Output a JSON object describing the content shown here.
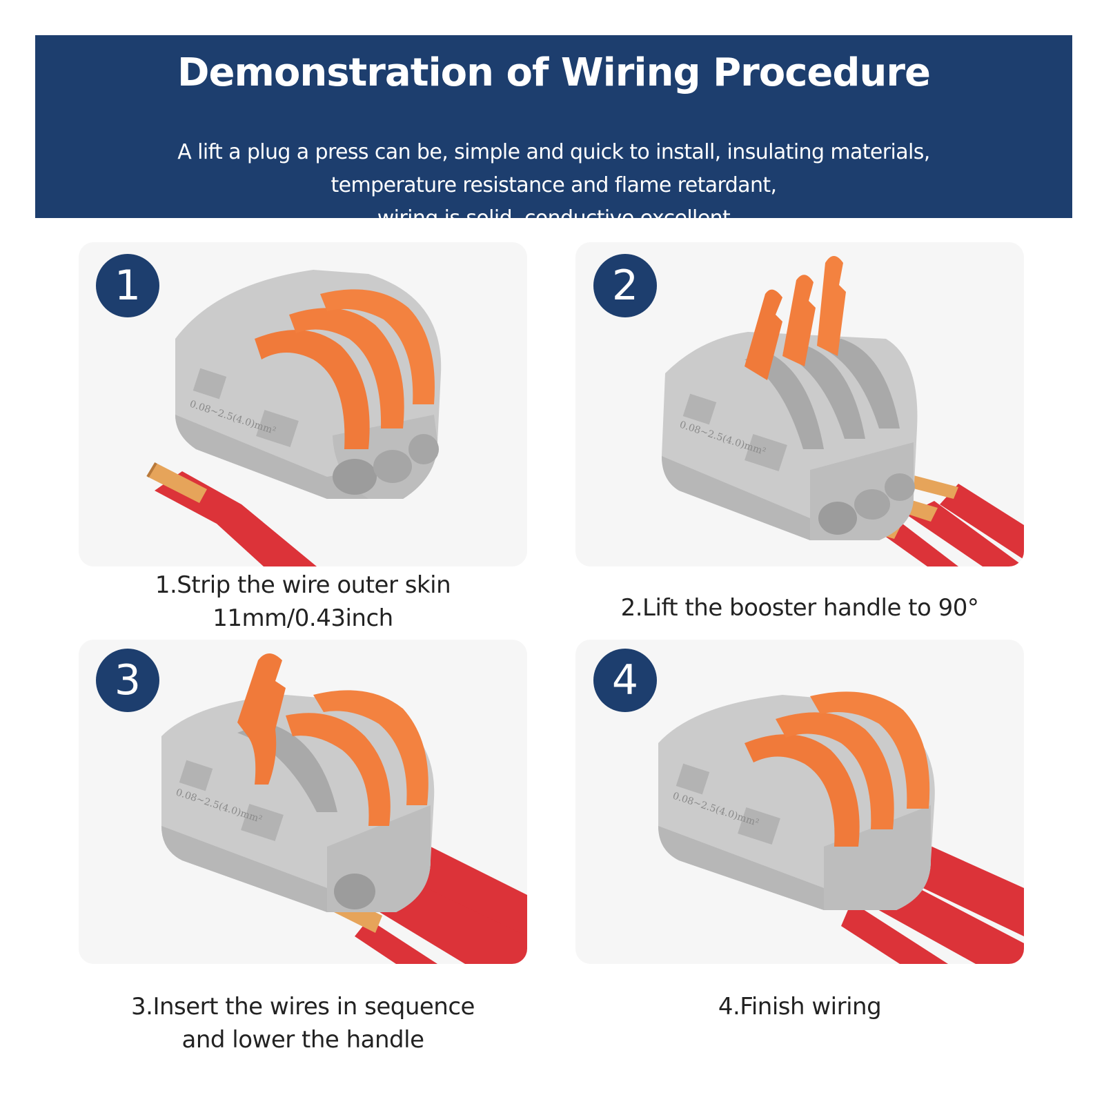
{
  "header": {
    "title": "Demonstration of Wiring Procedure",
    "subtitle_lines": [
      "A lift a plug a press can be, simple and quick to install, insulating materials,",
      "temperature resistance and flame retardant,",
      "wiring is solid, conductive excellent"
    ]
  },
  "colors": {
    "banner": "#1d3e6e",
    "connector_body": "#c9c9c9",
    "lever": "#f07a3a",
    "wire_insulation": "#e0363e",
    "copper": "#e6a45a"
  },
  "steps": [
    {
      "number": "1",
      "caption_lines": [
        "1.Strip the wire outer skin",
        "11mm/0.43inch"
      ],
      "connector_label": "0.08~2.5(4.0)mm²"
    },
    {
      "number": "2",
      "caption_lines": [
        "2.Lift the booster handle to 90°"
      ],
      "connector_label": "0.08~2.5(4.0)mm²"
    },
    {
      "number": "3",
      "caption_lines": [
        "3.Insert the wires in sequence",
        "and lower the handle"
      ],
      "connector_label": "0.08~2.5(4.0)mm²"
    },
    {
      "number": "4",
      "caption_lines": [
        "4.Finish wiring"
      ],
      "connector_label": "0.08~2.5(4.0)mm²"
    }
  ]
}
